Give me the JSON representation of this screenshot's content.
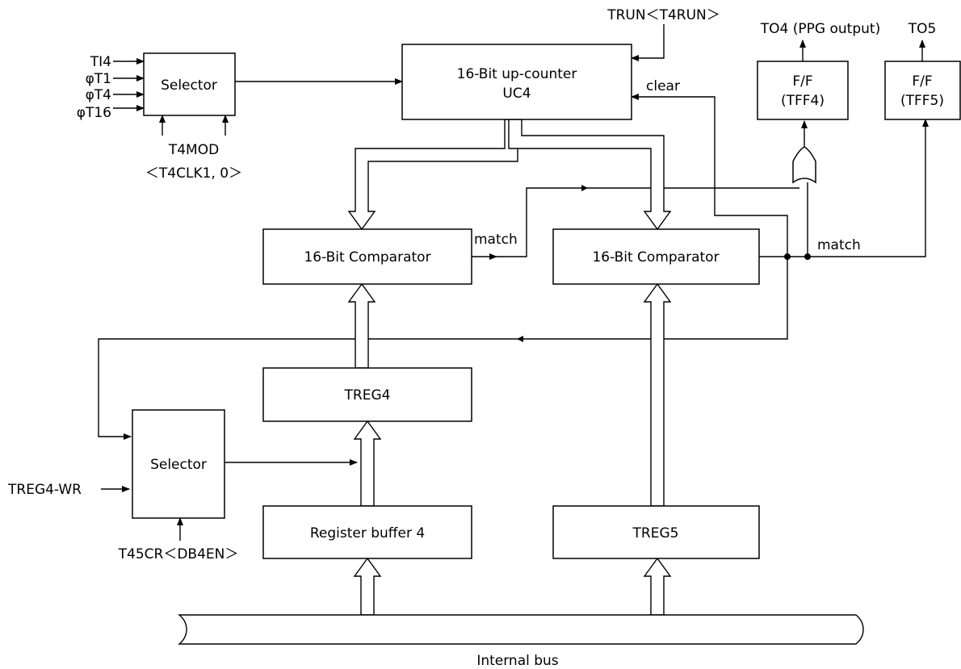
{
  "blocks": {
    "selector_clk": "Selector",
    "counter_line1": "16-Bit up-counter",
    "counter_line2": "UC4",
    "comparator_4": "16-Bit Comparator",
    "comparator_5": "16-Bit Comparator",
    "treg4": "TREG4",
    "treg5": "TREG5",
    "selector_buf": "Selector",
    "register_buffer": "Register buffer 4",
    "ff4_line1": "F/F",
    "ff4_line2": "(TFF4)",
    "ff5_line1": "F/F",
    "ff5_line2": "(TFF5)"
  },
  "inputs": {
    "ti4": "TI4",
    "phi_t1": "φT1",
    "phi_t4": "φT4",
    "phi_t16": "φT16",
    "treg4_wr": "TREG4-WR"
  },
  "control": {
    "t4mod_line1": "T4MOD",
    "t4mod_line2": "＜T4CLK1, 0＞",
    "trun": "TRUN＜T4RUN＞",
    "t45cr": "T45CR＜DB4EN＞"
  },
  "outputs": {
    "to4": "TO4 (PPG output)",
    "to5": "TO5"
  },
  "signals": {
    "clear": "clear",
    "match_4": "match",
    "match_5": "match"
  },
  "bus_label": "Internal bus"
}
